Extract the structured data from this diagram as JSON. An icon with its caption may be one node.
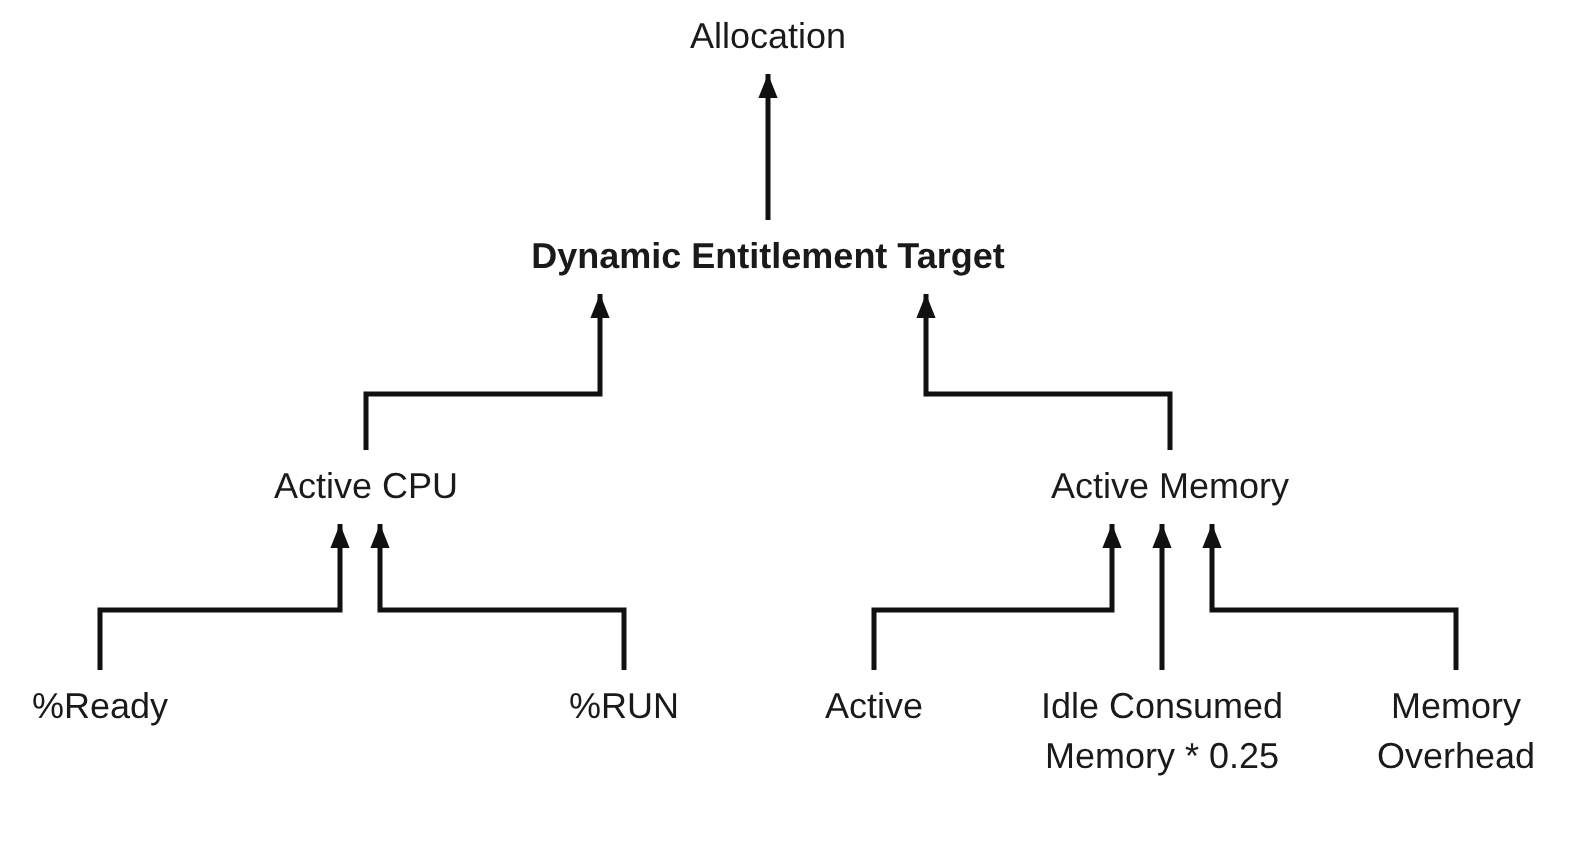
{
  "diagram": {
    "nodes": [
      {
        "text": [
          "Allocation"
        ]
      },
      {
        "text": [
          "Dynamic Entitlement Target"
        ]
      },
      {
        "text": [
          "Active CPU"
        ]
      },
      {
        "text": [
          "Active Memory"
        ]
      },
      {
        "text": [
          "%Ready"
        ]
      },
      {
        "text": [
          "%RUN"
        ]
      },
      {
        "text": [
          "Active"
        ]
      },
      {
        "text": [
          "Idle Consumed Memory * 0.25"
        ]
      },
      {
        "text": [
          "Memory Overhead"
        ]
      }
    ],
    "edges": [
      {
        "from": 1,
        "to": 0,
        "arrow": "to"
      },
      {
        "from": 2,
        "to": 1,
        "arrow": "to"
      },
      {
        "from": 3,
        "to": 1,
        "arrow": "to"
      },
      {
        "from": 4,
        "to": 2,
        "arrow": "to"
      },
      {
        "from": 5,
        "to": 2,
        "arrow": "to"
      },
      {
        "from": 6,
        "to": 3,
        "arrow": "to"
      },
      {
        "from": 7,
        "to": 3,
        "arrow": "to"
      },
      {
        "from": 8,
        "to": 3,
        "arrow": "to"
      }
    ]
  }
}
